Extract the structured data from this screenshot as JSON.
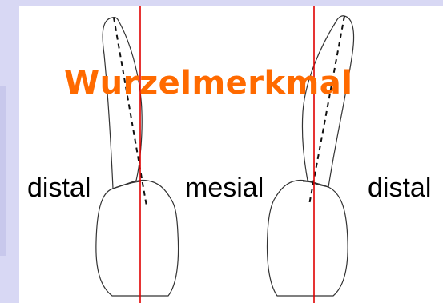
{
  "title": {
    "text": "Wurzelmerkmal",
    "color": "#ff6a00"
  },
  "labels": {
    "distal_left": "distal",
    "mesial": "mesial",
    "distal_right": "distal"
  },
  "colors": {
    "axis_line": "#e00000",
    "outline": "#333333",
    "page_background": "#d8d8f4"
  }
}
